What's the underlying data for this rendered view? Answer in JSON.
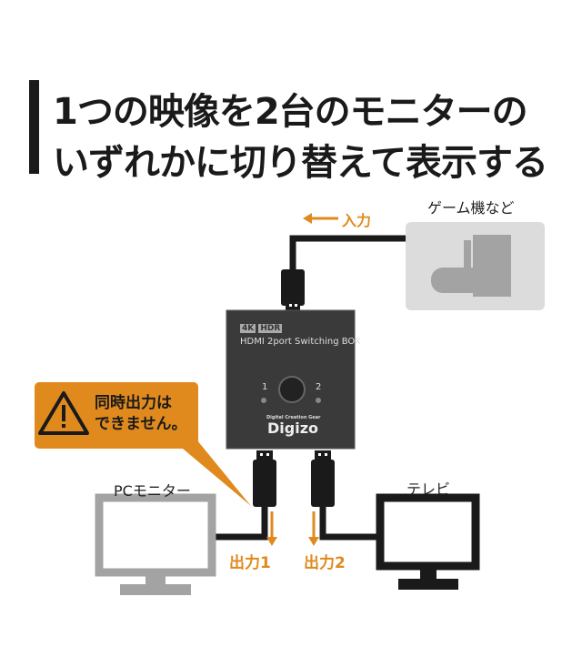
{
  "title": {
    "line1": "1つの映像を2台のモニターの",
    "line2": "いずれかに切り替えて表示する"
  },
  "source": {
    "label": "ゲーム機など",
    "input_label": "入力"
  },
  "device": {
    "badge_4k": "4K",
    "badge_hdr": "HDR",
    "name": "HDMI 2port Switching BOX",
    "port1": "1",
    "port2": "2",
    "brand_tagline": "Digital Creation Gear",
    "brand": "Digizo"
  },
  "warning": {
    "line1": "同時出力は",
    "line2": "できません。"
  },
  "outputs": [
    {
      "label": "出力1",
      "device": "PCモニター"
    },
    {
      "label": "出力2",
      "device": "テレビ"
    }
  ],
  "colors": {
    "accent": "#e08a1e",
    "device": "#3a3a3a",
    "panel": "#dcdcdc",
    "icon": "#a3a3a3"
  }
}
